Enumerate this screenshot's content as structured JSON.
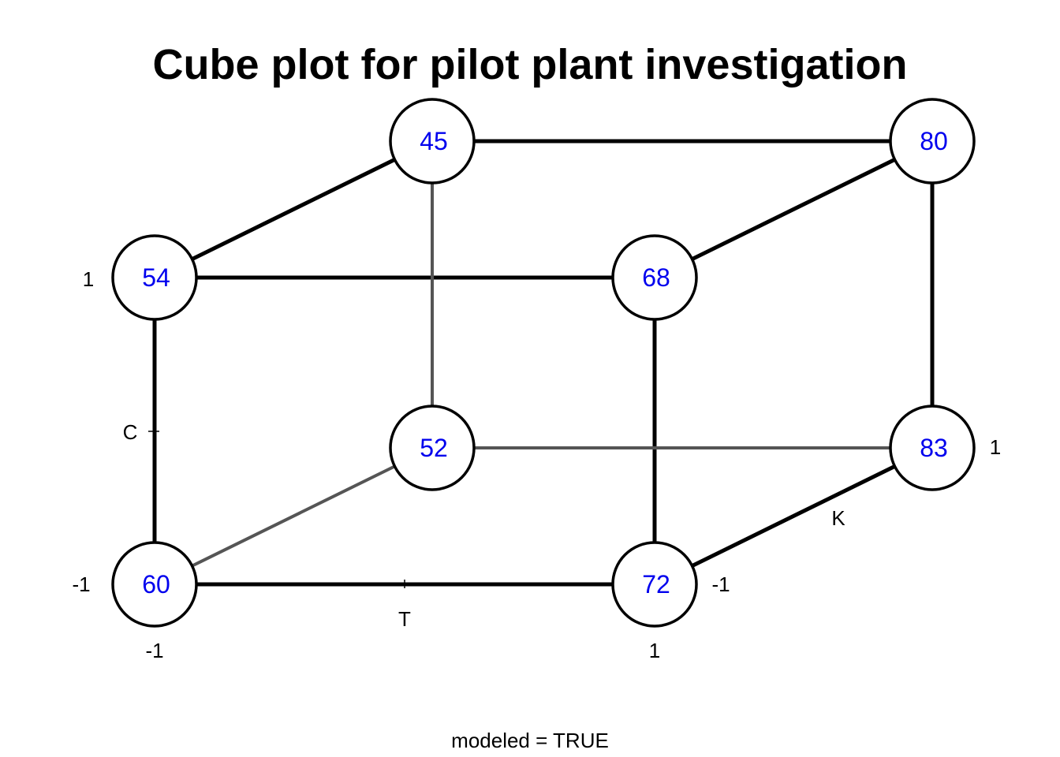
{
  "title": "Cube plot for pilot plant investigation",
  "footer": "modeled = TRUE",
  "colors": {
    "value_text": "#0000ee",
    "front_edge": "#000000",
    "back_edge": "#555555"
  },
  "factors": {
    "T": {
      "label": "T",
      "low": "-1",
      "high": "1"
    },
    "C": {
      "label": "C",
      "low": "-1",
      "high": "1"
    },
    "K": {
      "label": "K",
      "low": "-1",
      "high": "1"
    }
  },
  "chart_data": {
    "type": "cube",
    "factors": [
      "T",
      "C",
      "K"
    ],
    "corners": [
      {
        "T": -1,
        "C": -1,
        "K": -1,
        "value": "60"
      },
      {
        "T": 1,
        "C": -1,
        "K": -1,
        "value": "72"
      },
      {
        "T": -1,
        "C": 1,
        "K": -1,
        "value": "54"
      },
      {
        "T": 1,
        "C": 1,
        "K": -1,
        "value": "68"
      },
      {
        "T": -1,
        "C": -1,
        "K": 1,
        "value": "52"
      },
      {
        "T": 1,
        "C": -1,
        "K": 1,
        "value": "83"
      },
      {
        "T": -1,
        "C": 1,
        "K": 1,
        "value": "45"
      },
      {
        "T": 1,
        "C": 1,
        "K": 1,
        "value": "80"
      }
    ]
  }
}
